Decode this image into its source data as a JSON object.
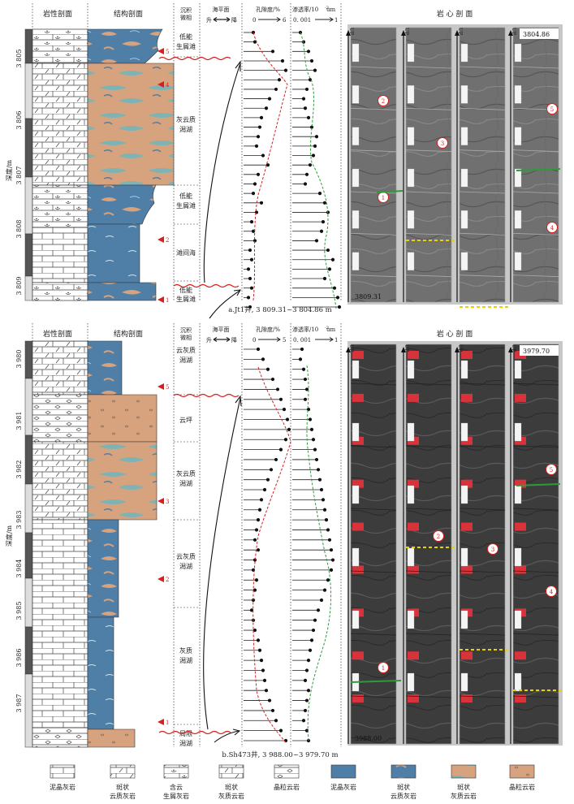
{
  "headers": {
    "lithology": "岩性剖面",
    "structure": "结构剖面",
    "env_line1": "沉积",
    "env_line2": "微相",
    "sea_level": "海平面",
    "sea_rise": "升",
    "sea_fall": "降",
    "porosity": "孔隙度/%",
    "permeability": "渗透率/10",
    "perm_unit": "um",
    "perm_exp_unit": "-3",
    "core": "岩 心 剖 面"
  },
  "depth_axis_label": "深度/m",
  "panels": [
    {
      "caption": "a.Jt1井, 3 809.31~3 804.86 m",
      "depths": [
        "3 805",
        "3 806",
        "3 807",
        "3 808",
        "3 809"
      ],
      "porosity_scale": [
        "0",
        "6"
      ],
      "perm_scale": [
        "0. 001",
        "1"
      ],
      "top_depth": "3804.86",
      "bottom_depth": "3809.31",
      "environments": [
        {
          "l1": "低能",
          "l2": "生屑滩"
        },
        {
          "l1": "灰云质",
          "l2": "潟湖"
        },
        {
          "l1": "低能",
          "l2": "生屑滩"
        },
        {
          "l1": "滩间海",
          "l2": ""
        },
        {
          "l1": "低能",
          "l2": "生屑滩"
        }
      ],
      "sample_markers": [
        "5",
        "4",
        "2",
        "1"
      ],
      "core_markers": [
        "2",
        "3",
        "1",
        "5",
        "4"
      ],
      "up_label": "UP"
    },
    {
      "caption": "b.Sh473井, 3 988.00~3 979.70 m",
      "depths": [
        "3 980",
        "3 981",
        "3 982",
        "3 983",
        "3 984",
        "3 985",
        "3 986",
        "3 987"
      ],
      "porosity_scale": [
        "0",
        "5"
      ],
      "perm_scale": [
        "0. 001",
        "1"
      ],
      "top_depth": "3979.70",
      "bottom_depth": "3988.00",
      "environments": [
        {
          "l1": "云灰质",
          "l2": "潟湖"
        },
        {
          "l1": "云坪",
          "l2": ""
        },
        {
          "l1": "灰云质",
          "l2": "潟湖"
        },
        {
          "l1": "云灰质",
          "l2": "潟湖"
        },
        {
          "l1": "灰质",
          "l2": "潟湖"
        },
        {
          "l1": "局限",
          "l2": "潟湖"
        }
      ],
      "sample_markers": [
        "5",
        "3",
        "2",
        "1"
      ],
      "core_markers": [
        "2",
        "3",
        "5",
        "4",
        "1"
      ],
      "up_label": "UP"
    }
  ],
  "legend": [
    {
      "l1": "泥晶灰岩",
      "l2": ""
    },
    {
      "l1": "斑状",
      "l2": "云质灰岩"
    },
    {
      "l1": "含云",
      "l2": "生屑灰岩"
    },
    {
      "l1": "斑状",
      "l2": "灰质云岩"
    },
    {
      "l1": "晶粒云岩",
      "l2": ""
    },
    {
      "l1": "泥晶灰岩",
      "l2": ""
    },
    {
      "l1": "斑状",
      "l2": "云质灰岩"
    },
    {
      "l1": "斑状",
      "l2": "灰质云岩"
    },
    {
      "l1": "晶粒云岩",
      "l2": ""
    }
  ],
  "colors": {
    "micrite_blue": "#4f7ea6",
    "dolomite_tan": "#d7a27e",
    "teal": "#7fb3b3",
    "red": "#d81e1e",
    "green_dash": "#2e9b3a",
    "core_gray": "#6f6f6f",
    "core_red": "#d8333b"
  }
}
